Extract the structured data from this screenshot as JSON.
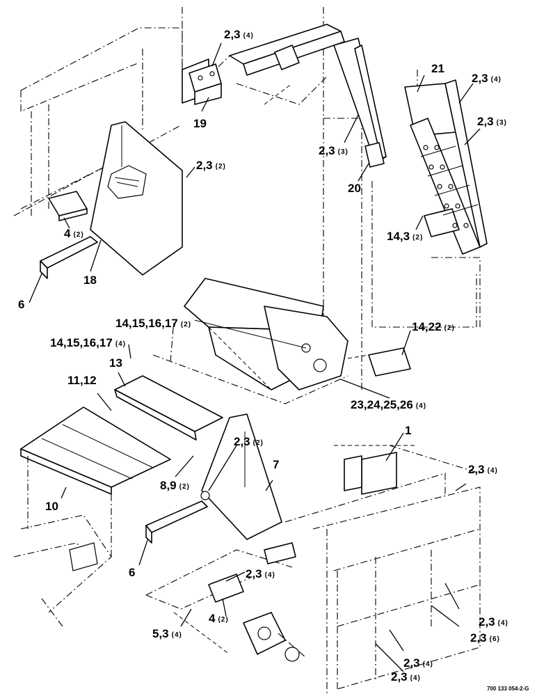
{
  "callouts": {
    "c_2_3_4_top": {
      "main": "2,3",
      "qty": "(4)"
    },
    "c_19": {
      "main": "19",
      "qty": ""
    },
    "c_2_3_2_a": {
      "main": "2,3",
      "qty": "(2)"
    },
    "c_4_2_a": {
      "main": "4",
      "qty": "(2)"
    },
    "c_18": {
      "main": "18",
      "qty": ""
    },
    "c_6_a": {
      "main": "6",
      "qty": ""
    },
    "c_21": {
      "main": "21",
      "qty": ""
    },
    "c_2_3_4_r": {
      "main": "2,3",
      "qty": "(4)"
    },
    "c_2_3_3_r": {
      "main": "2,3",
      "qty": "(3)"
    },
    "c_2_3_3_c": {
      "main": "2,3",
      "qty": "(3)"
    },
    "c_20": {
      "main": "20",
      "qty": ""
    },
    "c_14_3_2": {
      "main": "14,3",
      "qty": "(2)"
    },
    "c_14_17_2": {
      "main": "14,15,16,17",
      "qty": "(2)"
    },
    "c_14_17_4": {
      "main": "14,15,16,17",
      "qty": "(4)"
    },
    "c_14_22_2": {
      "main": "14,22",
      "qty": "(2)"
    },
    "c_13": {
      "main": "13",
      "qty": ""
    },
    "c_11_12": {
      "main": "11,12",
      "qty": ""
    },
    "c_23_26_4": {
      "main": "23,24,25,26",
      "qty": "(4)"
    },
    "c_1": {
      "main": "1",
      "qty": ""
    },
    "c_2_3_2_b": {
      "main": "2,3",
      "qty": "(2)"
    },
    "c_7": {
      "main": "7",
      "qty": ""
    },
    "c_2_3_4_mr": {
      "main": "2,3",
      "qty": "(4)"
    },
    "c_8_9_2": {
      "main": "8,9",
      "qty": "(2)"
    },
    "c_10": {
      "main": "10",
      "qty": ""
    },
    "c_6_b": {
      "main": "6",
      "qty": ""
    },
    "c_2_3_4_b": {
      "main": "2,3",
      "qty": "(4)"
    },
    "c_4_2_b": {
      "main": "4",
      "qty": "(2)"
    },
    "c_5_3_4": {
      "main": "5,3",
      "qty": "(4)"
    },
    "c_2_3_4_br1": {
      "main": "2,3",
      "qty": "(4)"
    },
    "c_2_3_6": {
      "main": "2,3",
      "qty": "(6)"
    },
    "c_2_3_4_br2": {
      "main": "2,3",
      "qty": "(4)"
    },
    "c_2_3_4_br3": {
      "main": "2,3",
      "qty": "(4)"
    }
  },
  "drawing_number": "700 133 054-2-G"
}
